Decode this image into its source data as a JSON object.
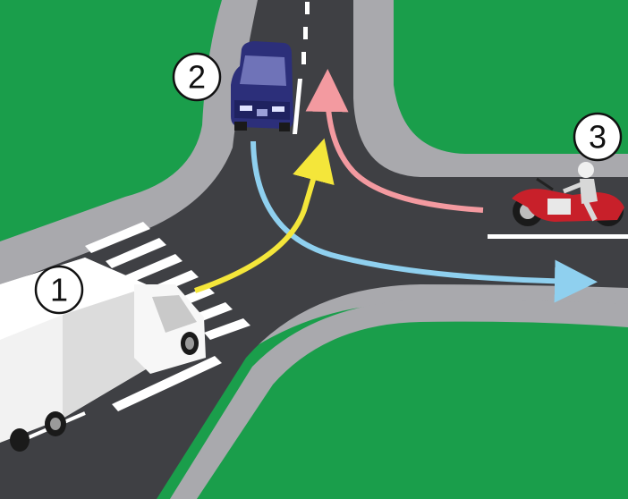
{
  "colors": {
    "grass": "#1a9e4b",
    "sidewalk": "#a9a9ad",
    "asphalt": "#3f4044",
    "marking": "#ffffff",
    "path_truck": "#f4e63a",
    "path_car": "#8fd0ef",
    "path_motorcycle": "#f39aa0",
    "car_body": "#2c2f7a",
    "motorcycle_body": "#c8202a",
    "truck_body": "#f2f2f2"
  },
  "vehicles": [
    {
      "id": "truck",
      "label": "1",
      "icon": "truck-icon"
    },
    {
      "id": "car",
      "label": "2",
      "icon": "car-icon"
    },
    {
      "id": "motorcycle",
      "label": "3",
      "icon": "motorcycle-icon"
    }
  ]
}
